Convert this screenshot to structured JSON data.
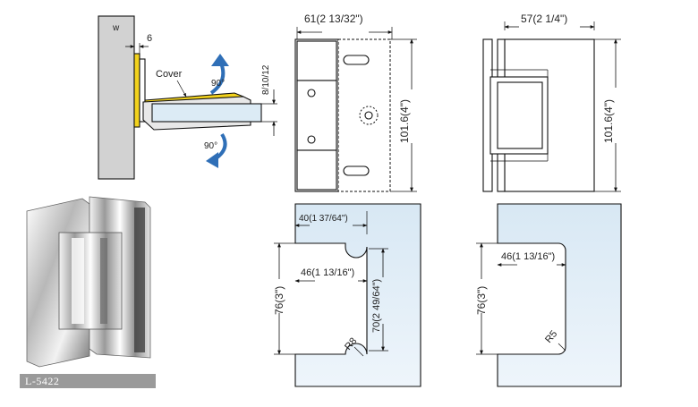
{
  "model_code": "L-5422",
  "side_view": {
    "wall_label": "w",
    "gap_dim": "6",
    "cover_label": "Cover",
    "glass_dim": "8/10/12",
    "angle_top": "90°",
    "angle_bottom": "90°"
  },
  "front_view": {
    "width_dim": "61(2  13/32\")",
    "height_dim": "101.6(4\")"
  },
  "top_view": {
    "width_dim": "57(2 1/4\")",
    "height_dim": "101.6(4\")"
  },
  "cutout_a": {
    "notch_dim": "40(1 37/64\")",
    "depth_dim": "46(1 13/16\")",
    "height_dim": "76(3\")",
    "inner_height_dim": "70(2 49/64\")",
    "radius_label": "R8"
  },
  "cutout_b": {
    "depth_dim": "46(1 13/16\")",
    "height_dim": "76(3\")",
    "radius_label": "R5"
  },
  "colors": {
    "glass_fill": "#dcebf5",
    "cover_yellow": "#f2d21c",
    "arrow_blue": "#2f6fb7",
    "wall_gray": "#d2d2d2",
    "tag_gray": "#9a9a9a"
  }
}
